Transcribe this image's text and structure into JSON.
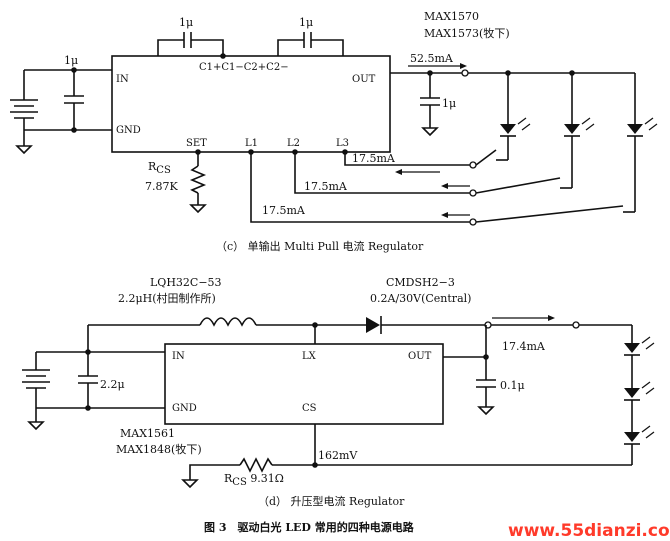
{
  "top": {
    "chip_labels": [
      "MAX1570",
      "MAX1573(牧下)"
    ],
    "cap_label_top_1": "1μ",
    "cap_label_top_2": "1μ",
    "pins_c": "C1+C1−C2+C2−",
    "cap_in": "1μ",
    "pin_in": "IN",
    "pin_gnd": "GND",
    "pin_set": "SET",
    "pin_l1": "L1",
    "pin_l2": "L2",
    "pin_l3": "L3",
    "pin_out": "OUT",
    "out_current": "52.5mA",
    "cap_out": "1μ",
    "rcs_label": "R",
    "rcs_sub": "CS",
    "rcs_value": "7.87K",
    "i_l3": "17.5mA",
    "i_l2": "17.5mA",
    "i_l1": "17.5mA",
    "caption": "（c） 单输出 Multi Pull 电流 Regulator"
  },
  "bottom": {
    "inductor_part": "LQH32C−53",
    "inductor_value": "2.2μH(村田制作所)",
    "diode_part": "CMDSH2−3",
    "diode_value": "0.2A/30V(Central)",
    "cap_in": "2.2μ",
    "pin_in": "IN",
    "pin_gnd": "GND",
    "pin_lx": "LX",
    "pin_out": "OUT",
    "pin_cs": "CS",
    "out_current": "17.4mA",
    "cap_out": "0.1μ",
    "chip_labels": [
      "MAX1561",
      "MAX1848(牧下)"
    ],
    "cs_voltage": "162mV",
    "rcs_label": "R",
    "rcs_sub": "CS",
    "rcs_value": "9.31Ω",
    "caption": "（d） 升压型电流 Regulator"
  },
  "figure_caption": "图 3　驱动白光 LED 常用的四种电源电路",
  "watermark": "www.55dianzi.com"
}
